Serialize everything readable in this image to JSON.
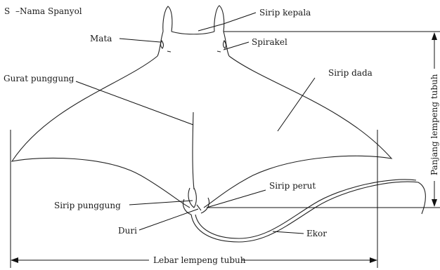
{
  "legend": {
    "letter": "S",
    "text": "–Nama Spanyol"
  },
  "labels": {
    "sirip_kepala": "Sirip kepala",
    "mata": "Mata",
    "spirakel": "Spirakel",
    "gurat_punggung": "Gurat punggung",
    "sirip_dada": "Sirip dada",
    "panjang": "Panjang lempeng tubuh",
    "sirip_perut": "Sirip perut",
    "sirip_punggung": "Sirip punggung",
    "duri": "Duri",
    "ekor": "Ekor",
    "lebar": "Lebar lempeng tubuh"
  }
}
